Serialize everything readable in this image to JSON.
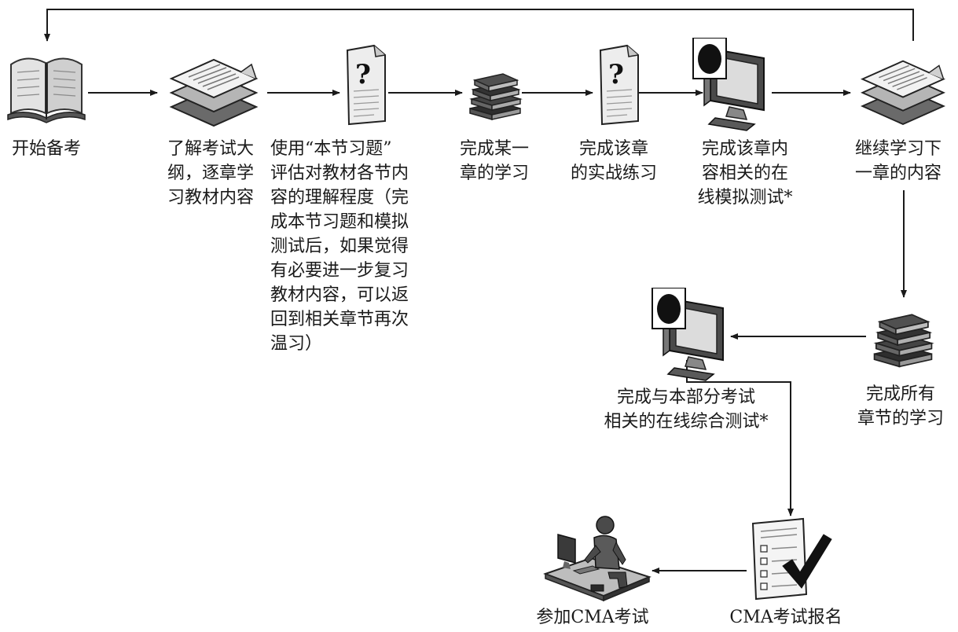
{
  "steps": {
    "start": "开始备考",
    "syllabus": "了解考试大\n纲，逐章学\n习教材内容",
    "evaluate": "使用“本节习题”\n评估对教材各节内\n容的理解程度（完\n成本节习题和模拟\n测试后，如果觉得\n有必要进一步复习\n教材内容，可以返\n回到相关章节再次\n温习）",
    "finish_chapter": "完成某一\n章的学习",
    "practice": "完成该章\n的实战练习",
    "online_test": "完成该章内\n容相关的在\n线模拟测试*",
    "next_chapter": "继续学习下\n一章的内容",
    "all_chapters": "完成所有\n章节的学习",
    "comprehensive_test": "完成与本部分考试\n相关的在线综合测试*",
    "register": "CMA考试报名",
    "take_exam": "参加CMA考试"
  },
  "icons": {
    "start": "open-book-icon",
    "syllabus": "document-stack-icon",
    "evaluate": "question-document-icon",
    "finish_chapter": "closed-book-stack-icon",
    "practice": "question-document-icon",
    "online_test": "computer-monitor-icon",
    "next_chapter": "document-stack-icon",
    "all_chapters": "closed-book-stack-icon",
    "comprehensive_test": "computer-monitor-icon",
    "register": "checklist-form-icon",
    "take_exam": "person-at-desk-icon"
  },
  "colors": {
    "line": "#1a1a1a",
    "icon_dark": "#2a2a2a",
    "icon_mid": "#8a8a8a",
    "icon_light": "#d8d8d8"
  }
}
